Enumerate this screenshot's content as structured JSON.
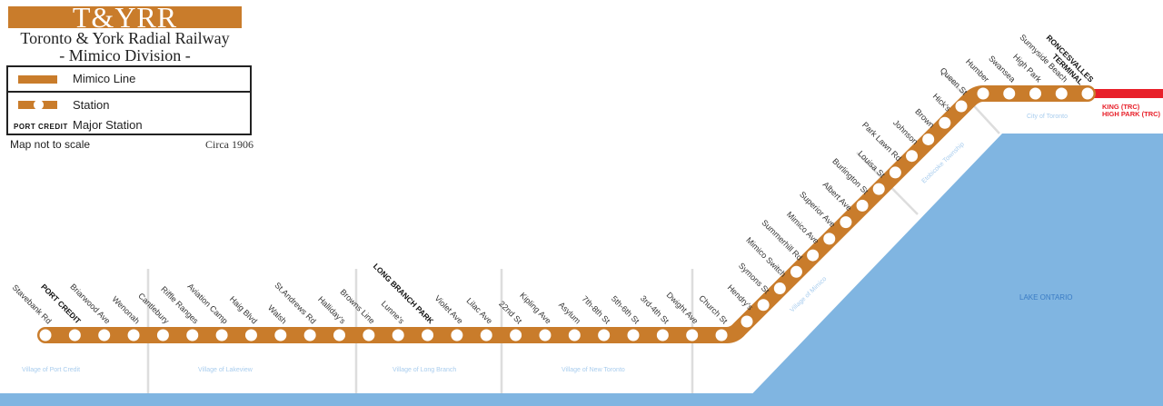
{
  "header": {
    "logo": "T&YRR",
    "title": "Toronto & York Radial Railway",
    "subtitle": "- Mimico Division -"
  },
  "legend": {
    "line_label": "Mimico Line",
    "station_label": "Station",
    "major_example": "PORT CREDIT",
    "major_label": "Major Station"
  },
  "notes": {
    "scale": "Map not to scale",
    "date": "Circa 1906"
  },
  "colors": {
    "line": "#c97c2b",
    "connection": "#e8202a",
    "lake": "#80b5e1",
    "lake_label": "#3a7cc4",
    "region_label": "#a9cdee",
    "boundary": "#dddddd"
  },
  "line": {
    "name": "Mimico Line",
    "stations": [
      {
        "name": "Stavebank Rd",
        "major": false
      },
      {
        "name": "PORT CREDIT",
        "major": true
      },
      {
        "name": "Briarwood Ave",
        "major": false
      },
      {
        "name": "Wenonah",
        "major": false
      },
      {
        "name": "Cantlebury",
        "major": false
      },
      {
        "name": "Riffle Ranges",
        "major": false
      },
      {
        "name": "Aviation Camp",
        "major": false
      },
      {
        "name": "Haig Blvd",
        "major": false
      },
      {
        "name": "Walsh",
        "major": false
      },
      {
        "name": "St.Andrews Rd",
        "major": false
      },
      {
        "name": "Halliday's",
        "major": false
      },
      {
        "name": "Browns Line",
        "major": false
      },
      {
        "name": "Lunne's",
        "major": false
      },
      {
        "name": "LONG BRANCH PARK",
        "major": true
      },
      {
        "name": "Violet Ave",
        "major": false
      },
      {
        "name": "Lilac Ave",
        "major": false
      },
      {
        "name": "22nd St",
        "major": false
      },
      {
        "name": "Kipling Ave",
        "major": false
      },
      {
        "name": "Asylum",
        "major": false
      },
      {
        "name": "7th-8th St",
        "major": false
      },
      {
        "name": "5th-6th St",
        "major": false
      },
      {
        "name": "3rd-4th St",
        "major": false
      },
      {
        "name": "Dwight Ave",
        "major": false
      },
      {
        "name": "Church St",
        "major": false
      },
      {
        "name": "Hendry's",
        "major": false
      },
      {
        "name": "Symons St",
        "major": false
      },
      {
        "name": "Mimico Switch",
        "major": false
      },
      {
        "name": "Summerhill Rd",
        "major": false
      },
      {
        "name": "Mimico Ave",
        "major": false
      },
      {
        "name": "Superior Ave",
        "major": false
      },
      {
        "name": "Albert Ave",
        "major": false
      },
      {
        "name": "Burlington St",
        "major": false
      },
      {
        "name": "Louisa St",
        "major": false
      },
      {
        "name": "Park Lawn Rd",
        "major": false
      },
      {
        "name": "Johnson",
        "major": false
      },
      {
        "name": "Brown",
        "major": false
      },
      {
        "name": "Hick's",
        "major": false
      },
      {
        "name": "Queen St",
        "major": false
      },
      {
        "name": "Humber",
        "major": false
      },
      {
        "name": "Swansea",
        "major": false
      },
      {
        "name": "High Park",
        "major": false
      },
      {
        "name": "Sunnyside Beach",
        "major": false
      },
      {
        "name": "RONCESVALLES TERMINAL",
        "major": true
      }
    ]
  },
  "connections": [
    "KING (TRC)",
    "HIGH PARK (TRC)"
  ],
  "regions": [
    "Village of Port Credit",
    "Village of Lakeview",
    "Village of Long Branch",
    "Village of New Toronto",
    "Village of Mimico",
    "Etobicoke Township",
    "City of Toronto"
  ],
  "lake": "LAKE ONTARIO"
}
